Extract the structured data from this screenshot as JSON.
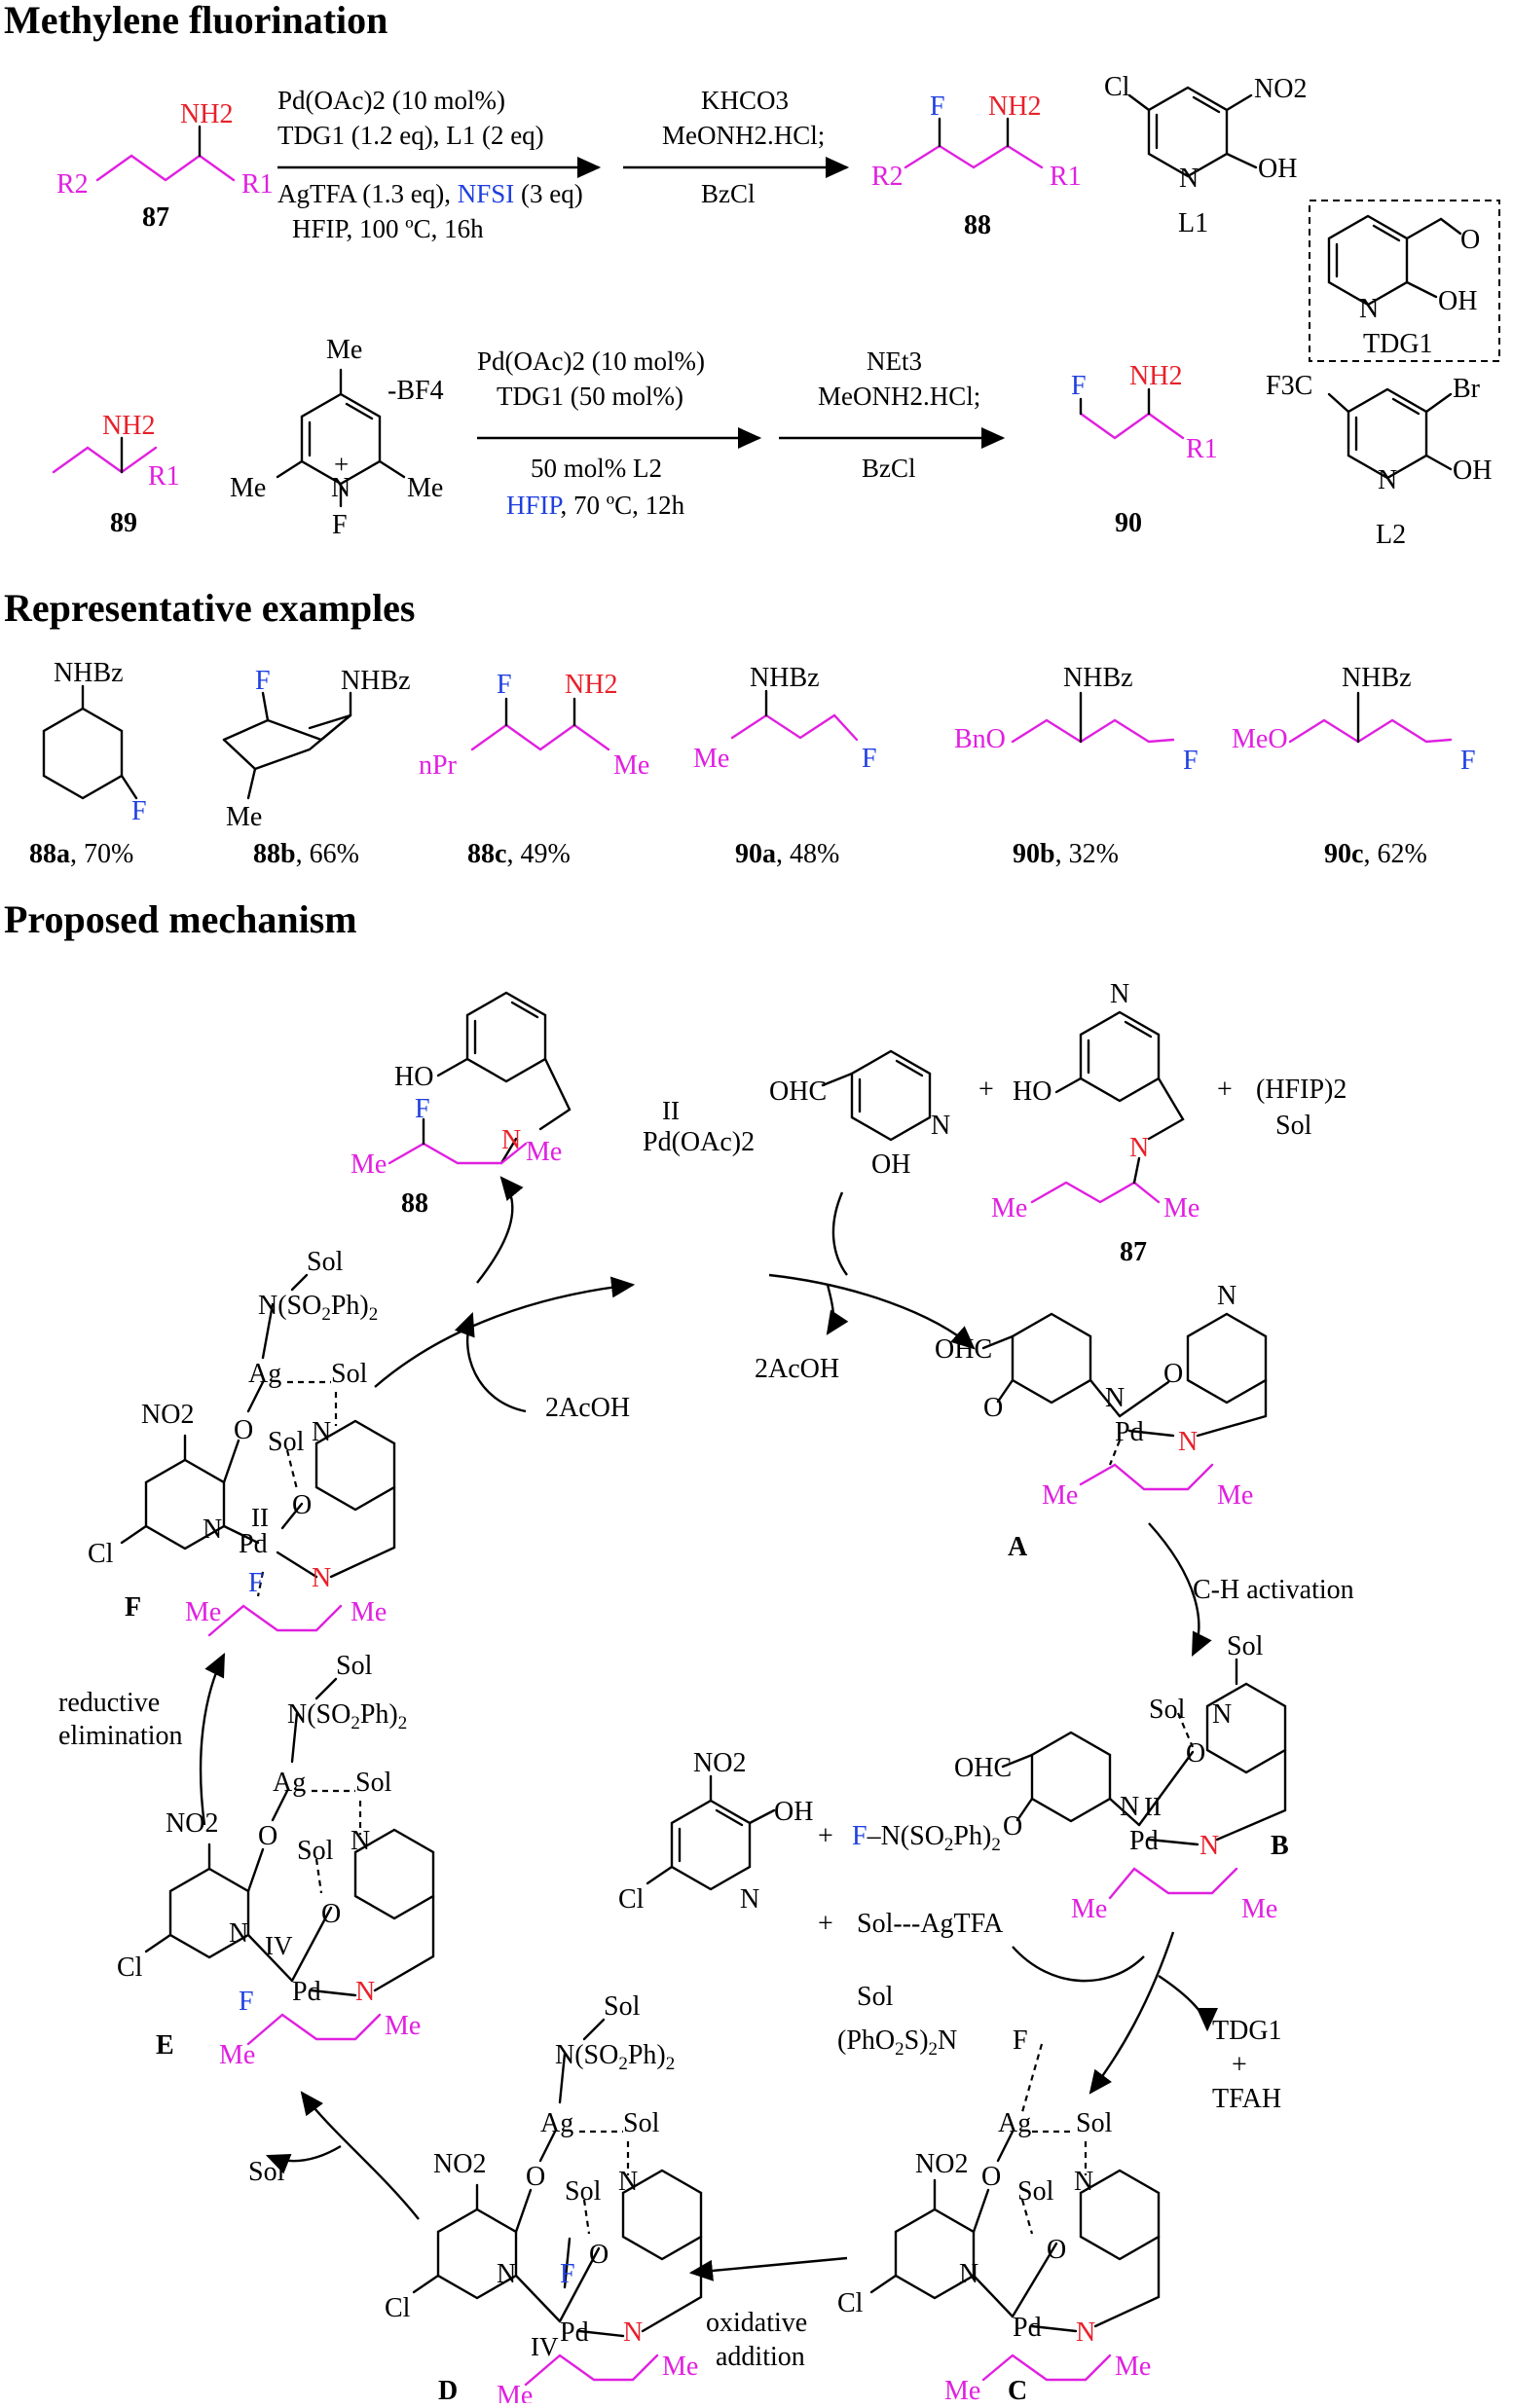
{
  "headings": {
    "methylene": "Methylene fluorination",
    "examples": "Representative examples",
    "mechanism": "Proposed mechanism"
  },
  "scheme1": {
    "sm_label": "87",
    "sm_nh2": "NH2",
    "sm_r1": "R1",
    "sm_r2": "R2",
    "cond_line1": "Pd(OAc)2   (10 mol%)",
    "cond_line2": "TDG1 (1.2 eq), L1 (2 eq)",
    "cond_line3a": "AgTFA (1.3 eq), ",
    "cond_line3b": "NFSI",
    "cond_line3c": " (3 eq)",
    "cond_line4": "HFIP,  100 ºC, 16h",
    "workup_line1": "KHCO3",
    "workup_line2": "MeONH2.HCl;",
    "workup_line3": "BzCl",
    "prod_label": "88",
    "prod_f": "F",
    "ligand_label": "L1",
    "ligand_cl": "Cl",
    "ligand_no2": "NO2",
    "ligand_oh": "OH",
    "ligand_n": "N",
    "tdg_label": "TDG1",
    "tdg_o": "O",
    "tdg_oh": "OH",
    "tdg_n": "N"
  },
  "scheme2": {
    "sm_label": "89",
    "reagent_me": "Me",
    "reagent_bf4": "-BF4",
    "reagent_f": "F",
    "reagent_n": "N",
    "reagent_plus": "+",
    "cond_line1": "Pd(OAc)2   (10 mol%)",
    "cond_line2": "TDG1   (50 mol%)",
    "cond_line3": "50  mol% L2",
    "cond_line4a": "HFIP",
    "cond_line4b": ", 70 ºC, 12h",
    "workup_line1": "NEt3",
    "workup_line2": "MeONH2.HCl;",
    "workup_line3": "BzCl",
    "prod_label": "90",
    "ligand_label": "L2",
    "ligand_cf3": "F3C",
    "ligand_br": "Br",
    "ligand_oh": "OH",
    "ligand_n": "N"
  },
  "examples": [
    {
      "id": "88a",
      "yield": ", 70%"
    },
    {
      "id": "88b",
      "yield": ", 66%"
    },
    {
      "id": "88c",
      "yield": ", 49%"
    },
    {
      "id": "90a",
      "yield": ", 48%"
    },
    {
      "id": "90b",
      "yield": ", 32%"
    },
    {
      "id": "90c",
      "yield": ", 62%"
    }
  ],
  "example_text": {
    "nhbz": "NHBz",
    "f": "F",
    "me": "Me",
    "npr": "nPr",
    "nh2": "NH2",
    "bno": "BnO",
    "meo": "MeO"
  },
  "mechanism": {
    "catalyst": "Pd(OAc)2",
    "ox_state_ii": "II",
    "ox_state_iv": "IV",
    "acoh_release": "2AcOH",
    "acoh_consume": "2AcOH",
    "ohc": "OHC",
    "oh": "OH",
    "ho": "HO",
    "hfip_sol": "(HFIP)2",
    "sol": "Sol",
    "plus": "+",
    "label_88": "88",
    "label_87": "87",
    "intermediates": [
      "A",
      "B",
      "C",
      "D",
      "E",
      "F"
    ],
    "step_ch_activation": "C-H activation",
    "step_oxidative_addition": "oxidative addition",
    "step_reductive_elimination": "reductive elimination",
    "byproducts_tdg": "TDG1",
    "byproducts_plus": "+",
    "byproducts_tfah": "TFAH",
    "reagent_nfsi": "F–N(SO2Ph)2",
    "reagent_agtfa": "Sol---AgTFA",
    "reagent_ligand_no2": "NO2",
    "reagent_ligand_oh": "OH",
    "reagent_ligand_cl": "Cl",
    "ag": "Ag",
    "pd": "Pd",
    "nfsi_group": "N(SO2Ph)2",
    "nfsi_f": "(PhO2S)2N",
    "sol_release": "Sol"
  },
  "colors": {
    "substrate": "#e020e0",
    "heteroatom": "#e8202a",
    "fluorine": "#2040e0",
    "text": "#000000"
  }
}
